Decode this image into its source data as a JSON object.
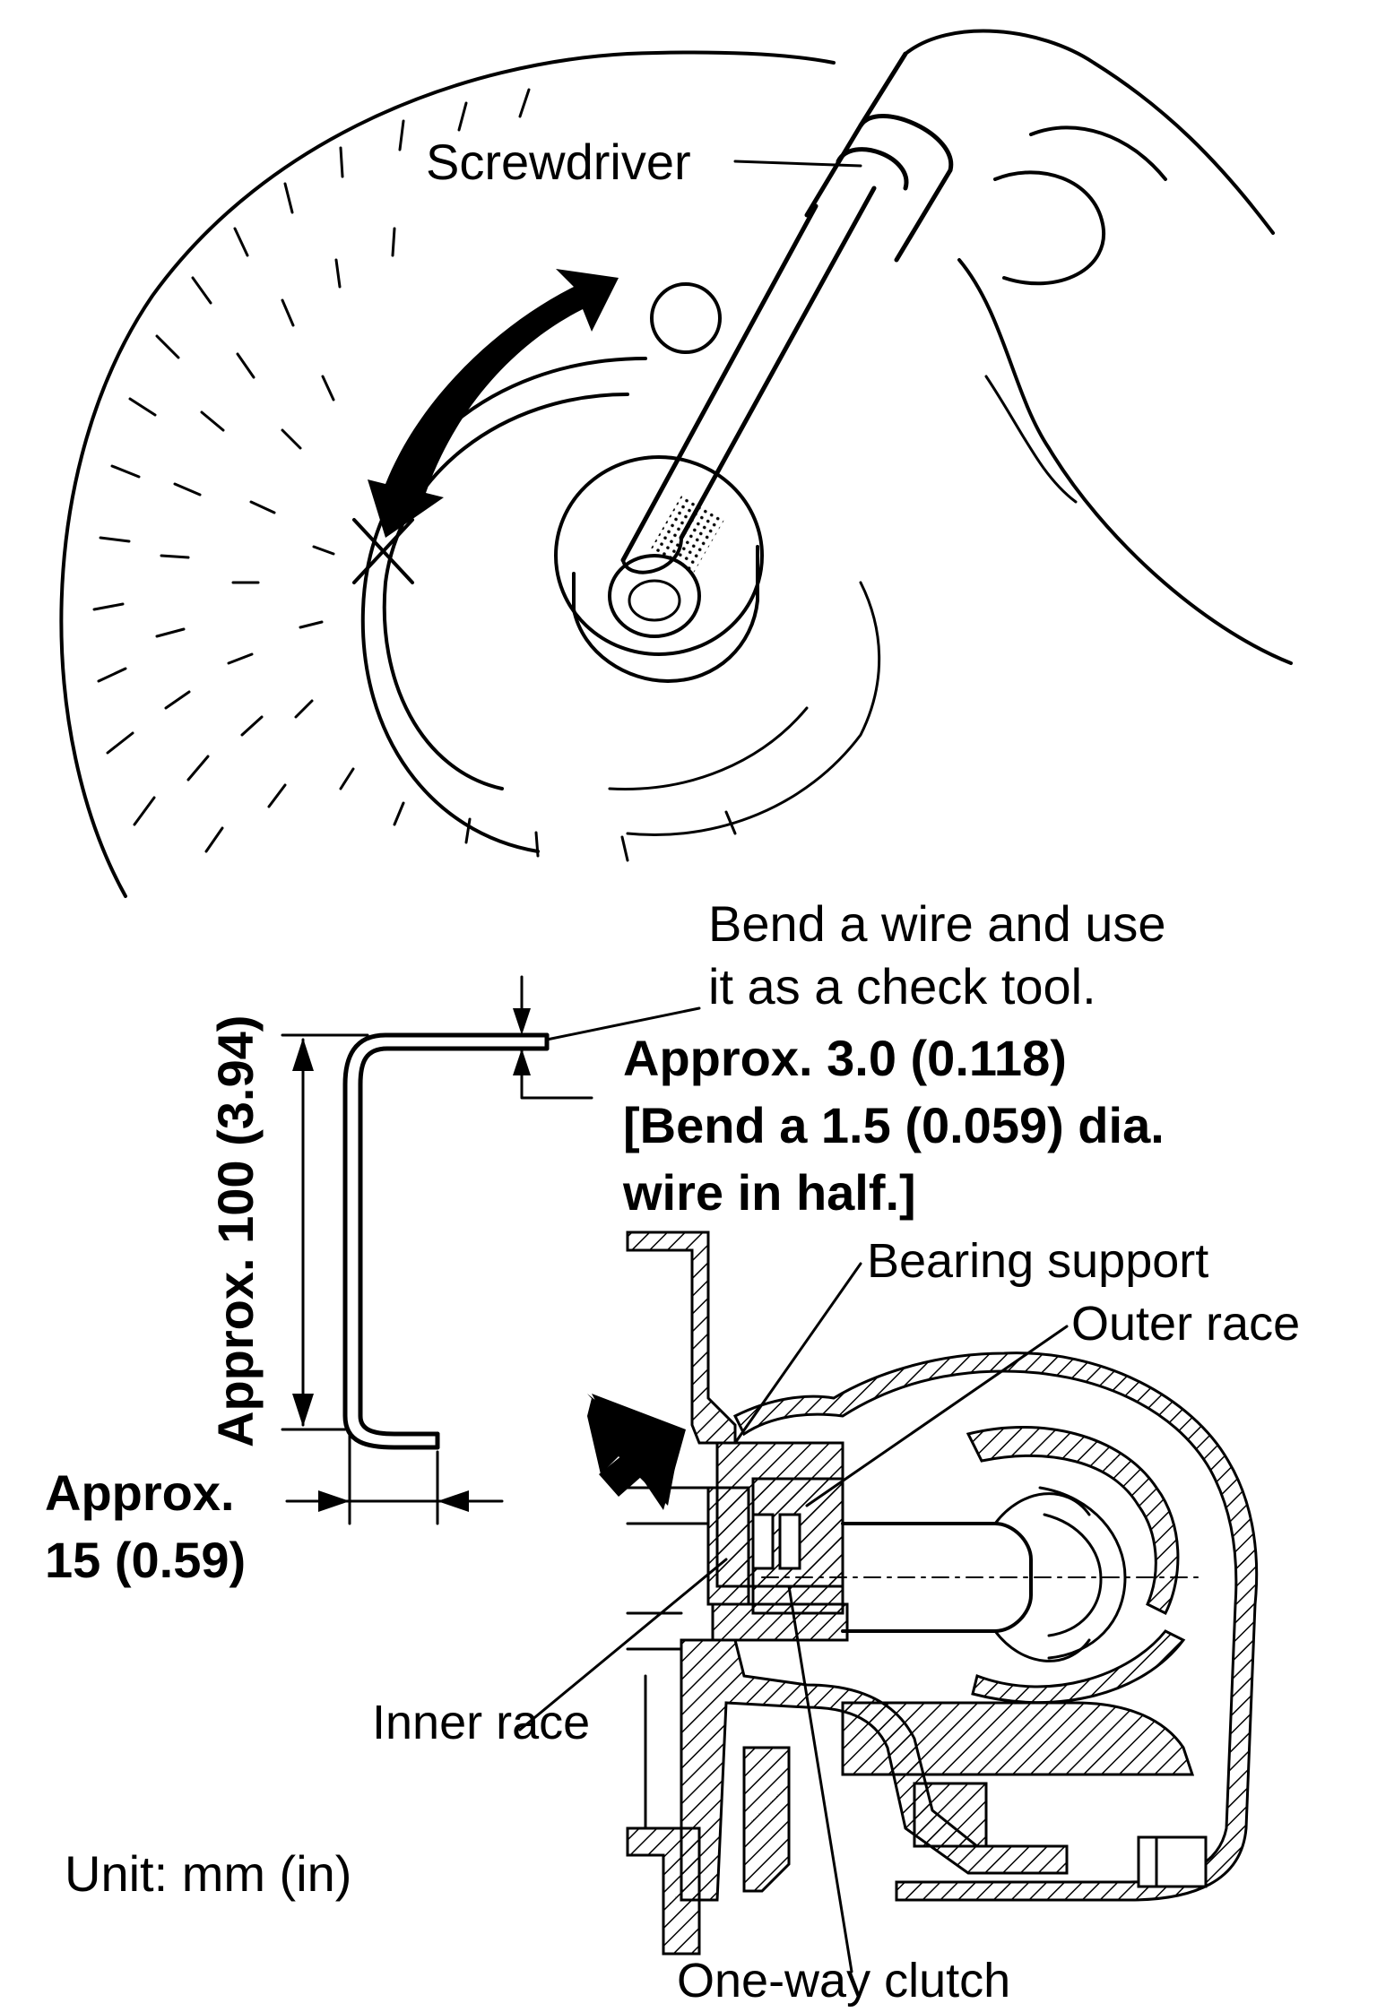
{
  "labels": {
    "screwdriver": "Screwdriver",
    "bend_note_line1": "Bend a wire and use",
    "bend_note_line2": "it as a check tool.",
    "approx_3": "Approx. 3.0 (0.118)",
    "bend_half_line1": "[Bend a 1.5 (0.059) dia.",
    "bend_half_line2": "wire in half.]",
    "approx_100": "Approx. 100 (3.94)",
    "approx_15_line1": "Approx.",
    "approx_15_line2": "15 (0.59)",
    "bearing_support": "Bearing support",
    "outer_race": "Outer race",
    "inner_race": "Inner race",
    "one_way_clutch": "One-way clutch",
    "unit": "Unit: mm (in)"
  },
  "symbols": {
    "ok_mark": "circle-symbol",
    "ng_mark": "cross-symbol"
  },
  "colors": {
    "ink": "#000000",
    "paper": "#ffffff"
  }
}
